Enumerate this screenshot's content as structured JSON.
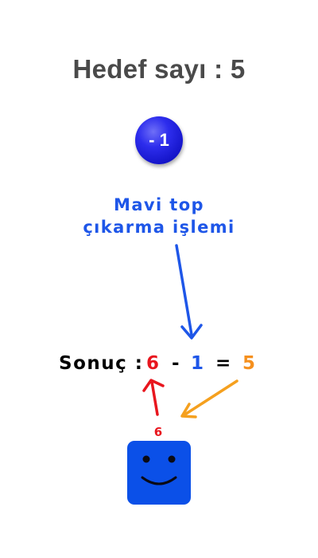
{
  "header": {
    "title": "Hedef sayı : 5"
  },
  "ball": {
    "label": "- 1",
    "color": "#1a1ad8"
  },
  "annotation": {
    "line1": "Mavi top",
    "line2": "çıkarma işlemi",
    "color": "#1e56e8"
  },
  "equation": {
    "label": "Sonuç :",
    "operand_a": "6",
    "operator": "-",
    "operand_b": "1",
    "equals": "=",
    "result": "5",
    "colors": {
      "operand_a": "#e8161e",
      "operand_b": "#1e56e8",
      "result": "#f5901e"
    }
  },
  "player": {
    "value": "6",
    "color": "#0b50e8",
    "face_icon": "smiley-face-icon"
  },
  "arrows": {
    "blue_color": "#1e56e8",
    "red_color": "#e8161e",
    "orange_color": "#f5a01e"
  }
}
